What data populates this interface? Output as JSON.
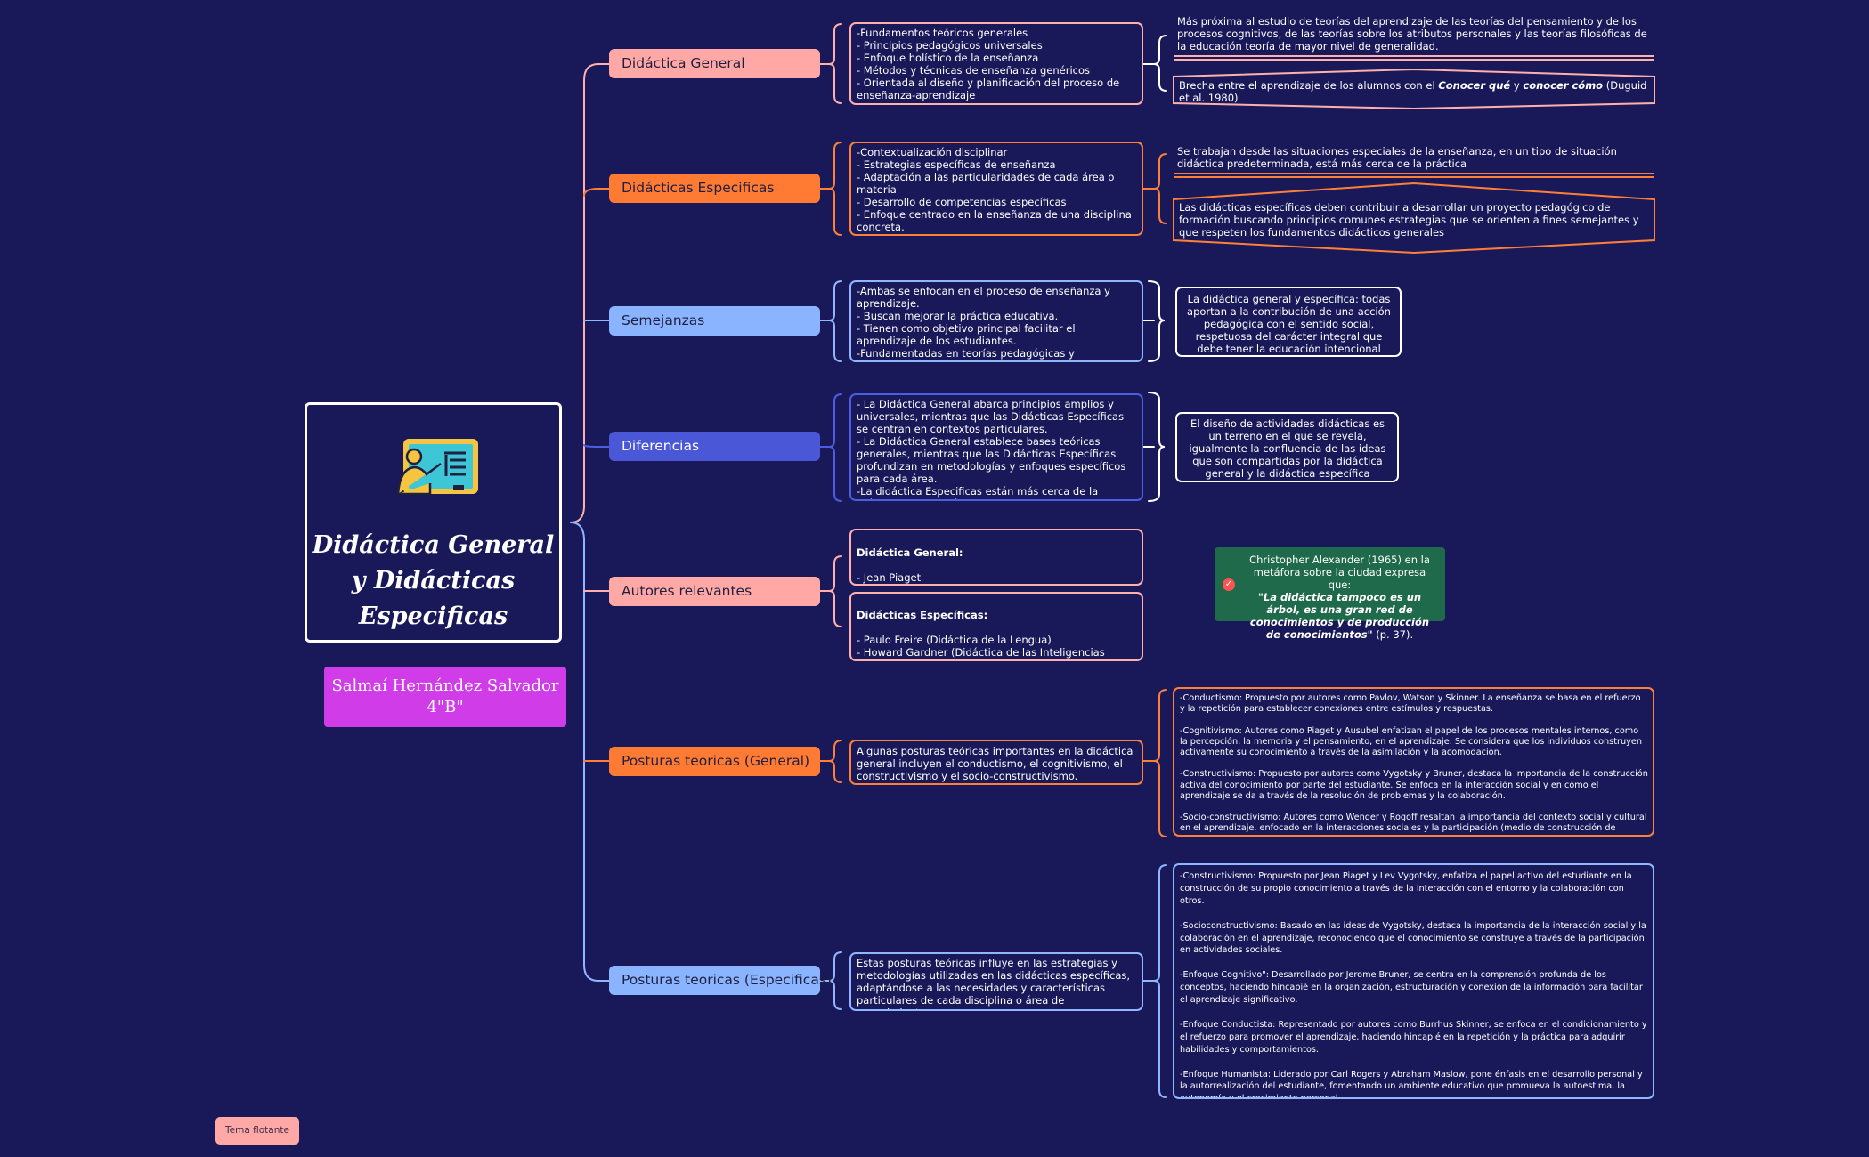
{
  "central": {
    "title_line1": "Didáctica General",
    "title_line2": "y Didácticas",
    "title_line3": "Especificas"
  },
  "author": {
    "name": "Salmaí Hernández Salvador",
    "group": "4\"B\""
  },
  "topics": [
    {
      "label": "Didáctica General"
    },
    {
      "label": "Didácticas Especificas"
    },
    {
      "label": "Semejanzas"
    },
    {
      "label": "Diferencias"
    },
    {
      "label": "Autores relevantes"
    },
    {
      "label": "Posturas teoricas (General)"
    },
    {
      "label": "Posturas teoricas (Especificas)"
    }
  ],
  "details": {
    "general": "-Fundamentos teóricos generales\n- Principios pedagógicos universales\n- Enfoque holístico de la enseñanza\n- Métodos y técnicas de enseñanza genéricos\n- Orientada al diseño y planificación del proceso de enseñanza-aprendizaje",
    "especificas": "-Contextualización disciplinar\n- Estrategias específicas de enseñanza\n- Adaptación a las particularidades de cada área o materia\n- Desarrollo de competencias específicas\n- Enfoque centrado en la enseñanza de una disciplina concreta.",
    "semejanzas": "-Ambas se enfocan en el proceso de enseñanza y aprendizaje.\n- Buscan mejorar la práctica educativa.\n- Tienen como objetivo principal facilitar el aprendizaje de los estudiantes.\n-Fundamentadas en teorías pedagógicas y psicológicas",
    "diferencias": "- La Didáctica General abarca principios amplios y universales, mientras que las Didácticas Específicas se centran en contextos particulares.\n- La Didáctica General establece bases teóricas generales, mientras que las Didácticas Específicas profundizan en metodologías y enfoques específicos para cada área.\n-La didáctica Especificas están más cerca de la práctica que la didáctica general",
    "autores_general_title": "Didáctica General:",
    "autores_general": " - Jean Piaget\n - Lev Vygotsky\n - John Dewey",
    "autores_especificas_title": "Didácticas Específicas:",
    "autores_especificas": "- Paulo Freire (Didáctica de la Lengua)\n- Howard Gardner (Didáctica de las Inteligencias Múltiples)\n- Seymour Papert (Didáctica de las Ciencias)",
    "posturas_general": "Algunas posturas teóricas importantes en la didáctica general incluyen el conductismo, el cognitivismo, el constructivismo y el socio-constructivismo.",
    "posturas_especificas": "Estas posturas teóricas influye en las estrategias y metodologías utilizadas en las didácticas específicas, adaptándose a las necesidades y características particulares de cada disciplina o área de conocimiento."
  },
  "notes": {
    "general_1": "Más próxima al estudio de teorías del aprendizaje de las teorías del pensamiento y de los procesos cognitivos, de las teorías sobre los atributos personales y las teorías filosóficas de la educación teoría de mayor nivel de generalidad.",
    "general_2_pre": "Brecha entre el aprendizaje de los alumnos con el ",
    "general_2_em1": "Conocer qué",
    "general_2_mid": " y ",
    "general_2_em2": "conocer cómo",
    "general_2_post": " (Duguid et al. 1980)",
    "especificas_1": "Se trabajan desde las situaciones especiales de la enseñanza, en un tipo de situación didáctica predeterminada, está más cerca de la práctica",
    "especificas_2": "Las didácticas específicas deben contribuir a desarrollar un proyecto pedagógico de formación buscando principios comunes estrategias que se orienten a fines semejantes y que respeten los fundamentos didácticos generales",
    "semejanzas": "La didáctica general y específica: todas aportan a la contribución de una acción pedagógica con el sentido social, respetuosa del carácter integral que debe tener la educación intencional",
    "diferencias": "El diseño de actividades didácticas es un terreno en el que se revela, igualmente la confluencia de las ideas que son compartidas por la didáctica general y la didáctica específica",
    "quote_intro": "Christopher Alexander (1965) en la metáfora sobre la ciudad expresa que:",
    "quote_text": "\"La didáctica tampoco es un árbol, es una gran red de conocimientos y de producción de conocimientos\"",
    "quote_ref": " (p. 37).",
    "posturas_general": "-Conductismo: Propuesto por autores como Pavlov, Watson y Skinner. La enseñanza se basa en el refuerzo y la repetición para establecer conexiones entre estímulos y respuestas.\n\n-Cognitivismo: Autores como Piaget y Ausubel enfatizan el papel de los procesos mentales internos, como la percepción, la memoria y el pensamiento, en el aprendizaje. Se considera que los individuos construyen activamente su conocimiento a través de la asimilación y la acomodación.\n\n-Constructivismo: Propuesto por autores como Vygotsky y Bruner, destaca la importancia de la construcción activa del conocimiento por parte del estudiante. Se enfoca en la interacción social y en cómo el aprendizaje se da a través de la resolución de problemas y la colaboración.\n\n-Socio-constructivismo: Autores como Wenger y Rogoff resaltan la importancia del contexto social y cultural en el aprendizaje. enfocado en la interacciones sociales y la participación (medio de construcción de conocimiento).",
    "posturas_especificas": "-Constructivismo: Propuesto por Jean Piaget y Lev Vygotsky, enfatiza el papel activo del estudiante en la construcción de su propio conocimiento a través de la interacción con el entorno y la colaboración con otros.\n\n-Socioconstructivismo: Basado en las ideas de Vygotsky, destaca la importancia de la interacción social y la colaboración en el aprendizaje, reconociendo que el conocimiento se construye a través de la participación en actividades sociales.\n\n-Enfoque Cognitivo\": Desarrollado por Jerome Bruner, se centra en la comprensión profunda de los conceptos, haciendo hincapié en la organización, estructuración y conexión de la información para facilitar el aprendizaje significativo.\n\n-Enfoque Conductista: Representado por autores como Burrhus Skinner, se enfoca en el condicionamiento y el refuerzo para promover el aprendizaje, haciendo hincapié en la repetición y la práctica para adquirir habilidades y comportamientos.\n\n-Enfoque Humanista: Liderado por Carl Rogers y Abraham Maslow, pone énfasis en el desarrollo personal y la autorrealización del estudiante, fomentando un ambiente educativo que promueva la autoestima, la autonomía y el crecimiento personal."
  },
  "floating": {
    "label": "Tema flotante"
  },
  "colors": {
    "background": "#19195a",
    "pink": "#ffa8a6",
    "orange": "#ff7a33",
    "light_blue": "#8ab4ff",
    "blue": "#4a58d8",
    "author": "#cf3ce8",
    "quote": "#1f6a4a"
  }
}
